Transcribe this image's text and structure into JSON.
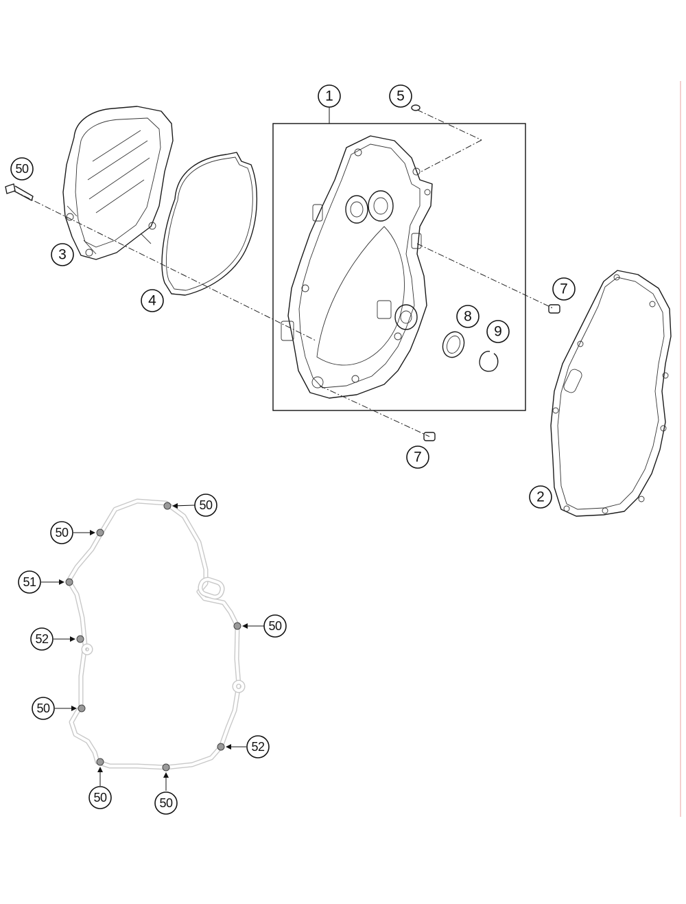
{
  "callouts": {
    "c1": "1",
    "c2": "2",
    "c3": "3",
    "c4": "4",
    "c5": "5",
    "c7a": "7",
    "c7b": "7",
    "c8": "8",
    "c9": "9",
    "c50_bolt": "50"
  },
  "detail_callouts": {
    "d50_top": "50",
    "d50_left_upper": "50",
    "d51": "51",
    "d52_left": "52",
    "d50_right": "50",
    "d50_left_lower": "50",
    "d52_right": "52",
    "d50_bottom_left": "50",
    "d50_bottom_right": "50"
  },
  "colors": {
    "line": "#1a1a1a",
    "detail_gasket": "#c8c8c8",
    "margin_rule": "#e8a0a0"
  }
}
